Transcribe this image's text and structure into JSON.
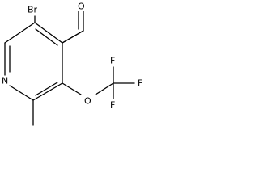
{
  "molecule": {
    "labels": {
      "bromine": "Br",
      "aldehyde_oxygen": "O",
      "ring_nitrogen": "N",
      "ether_oxygen": "O",
      "fluorine_top": "F",
      "fluorine_right": "F",
      "fluorine_bottom": "F"
    },
    "line_color": "#000000",
    "background_color": "#ffffff"
  }
}
